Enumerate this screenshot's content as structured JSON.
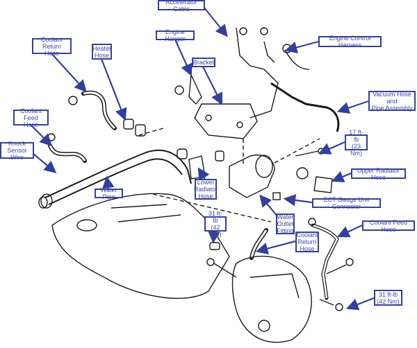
{
  "colors": {
    "callout": "#33409a",
    "callout_text": "#3a48a6",
    "drawing": "#1a1a1a"
  },
  "labels": {
    "accelerator_cable": "Accelerator Cable",
    "engine_control_harness": "Engine Control Harness",
    "engine_hanger": "Engine Hanger",
    "bracket": "Bracket",
    "coolant_return_hose_top": "Coolant Return\nHose",
    "heater_hose": "Heater\nHose",
    "coolant_feed_hose_left": "Coolant Feed\nHose",
    "knock_sensor_wire": "Knock\nSensor Wire",
    "water_pipe": "Water Pipe",
    "vacuum_hose": "Vacuum Hose and\nPipe Assembly",
    "torque_17": "17 ft-lb\n(23 Nm)",
    "upper_radiator_hose": "Upper Radiator Hose",
    "lower_radiator_hose": "Lower\nRadiator\nHose",
    "ect_connector": "ECT Gauge Unit Connector",
    "water_outlet_fitting": "Water\nOutlet\nFitting",
    "coolant_feed_hose_right": "Coolant Feed Hose",
    "torque_31_left": "31 ft-lb\n(42 Nm)",
    "coolant_return_hose_right": "Coolant\nReturn\nHose",
    "torque_31_right": "31 ft-lb\n(42 Nm)"
  }
}
